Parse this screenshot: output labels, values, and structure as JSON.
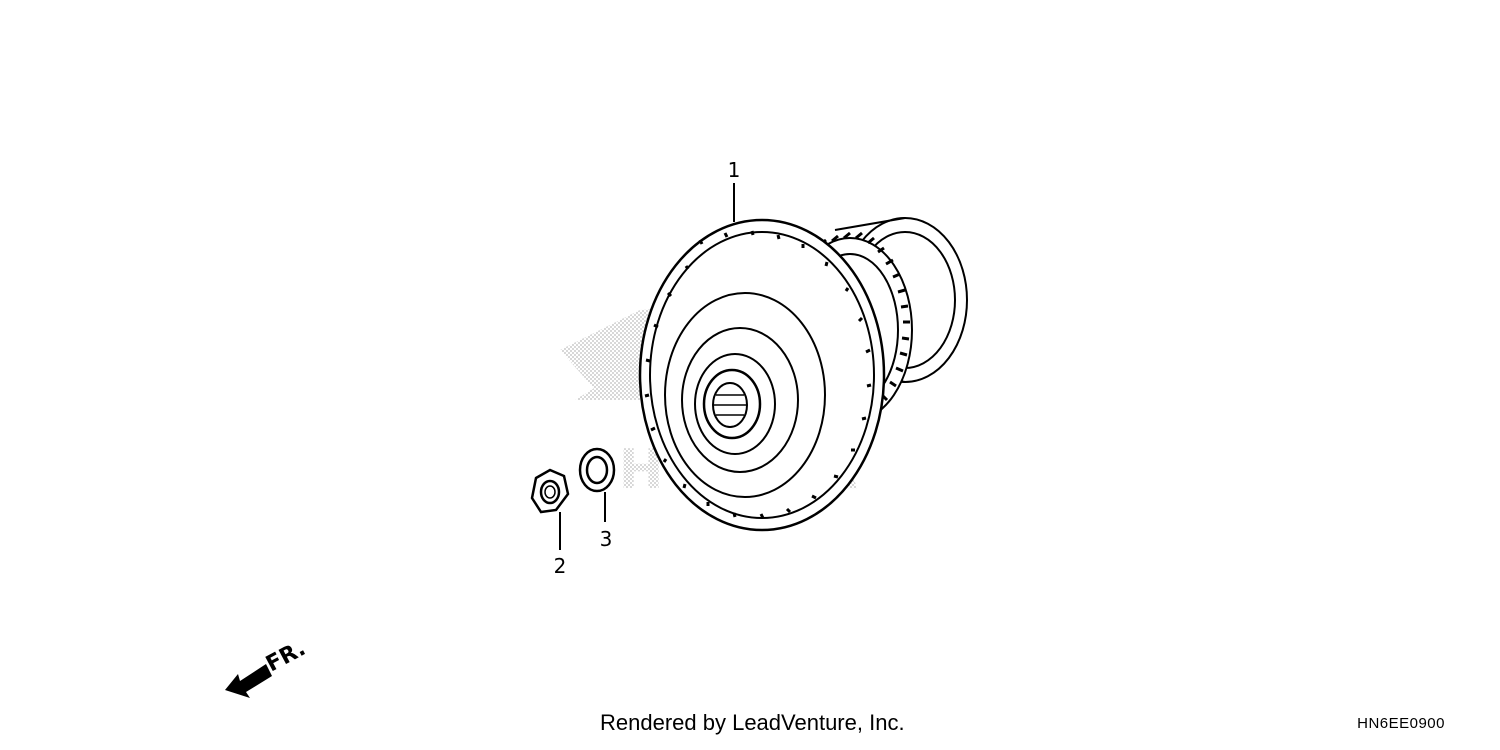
{
  "diagram": {
    "parts": [
      {
        "callout": "1",
        "name": "drive-pulley-assembly"
      },
      {
        "callout": "2",
        "name": "nut"
      },
      {
        "callout": "3",
        "name": "washer"
      }
    ],
    "watermark_text": "HONDA",
    "direction_indicator": "FR.",
    "footer_credit": "Rendered by LeadVenture, Inc.",
    "diagram_code": "HN6EE0900"
  }
}
